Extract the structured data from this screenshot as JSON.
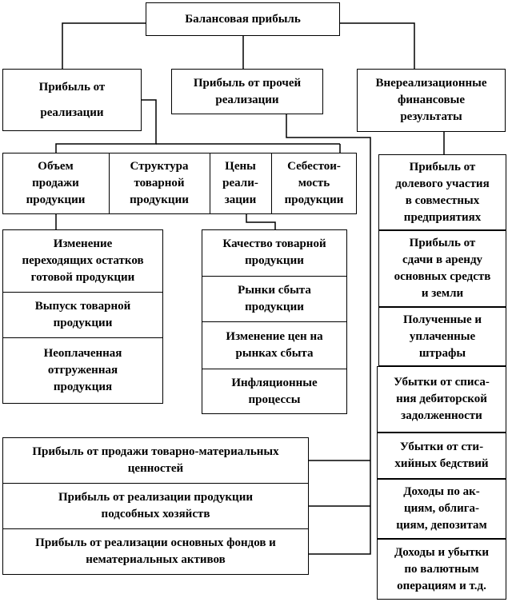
{
  "root": "Балансовая прибыль",
  "level1": {
    "sales": "Прибыль от\n\nреализации",
    "other": "Прибыль от прочей\nреализации",
    "nonop": "Внереализационные\nфинансовые\nрезультаты"
  },
  "factors": [
    "Объем\nпродажи\nпродукции",
    "Структура\nтоварной\nпродукции",
    "Цены\nреали-\nзации",
    "Себестои-\nмость\nпродукции"
  ],
  "volume_items": [
    "Изменение\nпереходящих остатков\nготовой продукции",
    "Выпуск товарной\nпродукции",
    "Неоплаченная\nотгруженная\nпродукция"
  ],
  "price_items": [
    "Качество товарной\nпродукции",
    "Рынки сбыта\nпродукции",
    "Изменение цен на\nрынках сбыта",
    "Инфляционные\nпроцессы"
  ],
  "other_items": [
    "Прибыль от продажи товарно-материальных\nценностей",
    "Прибыль от реализации продукции\nподсобных хозяйств",
    "Прибыль от реализации основных фондов и\nнематериальных активов"
  ],
  "nonop_items": [
    "Прибыль от\nдолевого участия\nв совместных\nпредприятиях",
    "Прибыль от\nсдачи в аренду\nосновных средств\nи земли",
    "Полученные и\nуплаченные\nштрафы",
    "Убытки от списа-\nния дебиторской\nзадолженности",
    "Убытки от сти-\nхийных бедствий",
    "Доходы по ак-\nциям, облига-\nциям, депозитам",
    "Доходы и убытки\nпо валютным\nоперациям и т.д."
  ]
}
